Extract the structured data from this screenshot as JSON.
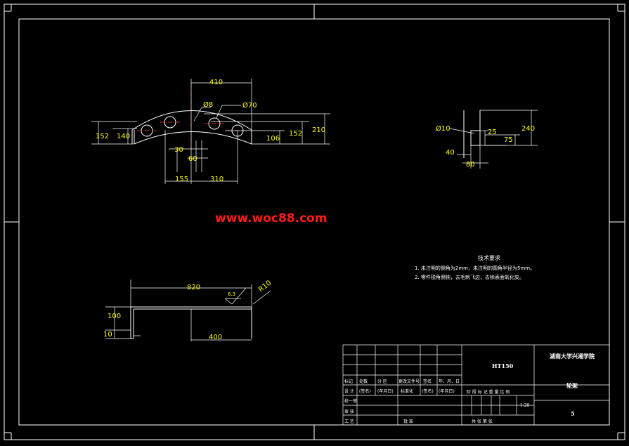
{
  "colors": {
    "background": "#000000",
    "outline": "#ffffff",
    "dimension": "#ffff00",
    "center_line": "#ff3333",
    "watermark": "#ff1a1a"
  },
  "watermark": "www.woc88.com",
  "front_view": {
    "dims": {
      "top": "410",
      "hole_small": "Ø8",
      "hole_large": "Ø70",
      "h_left_outer": "152",
      "h_left_inner": "140",
      "h_right_inner": "106",
      "h_right_mid": "152",
      "h_right_outer": "210",
      "w30": "30",
      "w60": "60",
      "w155": "155",
      "w310": "310"
    }
  },
  "side_view": {
    "dims": {
      "hole": "Ø10",
      "d25": "25",
      "d240": "240",
      "d75": "75",
      "d40": "40",
      "d80": "80"
    }
  },
  "bottom_view": {
    "dims": {
      "length": "820",
      "height": "100",
      "thickness": "10",
      "offset": "400",
      "roughness": "6.3",
      "radius": "R10"
    }
  },
  "tech_req": {
    "title": "技术要求",
    "line1": "1. 未注明的倒角为2mm，未注明的圆角半径为5mm。",
    "line2": "2. 零件锐角倒钝，去毛刺飞边，去除表面氧化皮。"
  },
  "title_block": {
    "material": "HT150",
    "school": "湖南大学兴湘学院",
    "part_name": "轮架",
    "scale": "1:20",
    "sheet_no": "5",
    "row_headers": [
      "标记",
      "处数",
      "分 区",
      "更改文件号",
      "签名",
      "年、月、日"
    ],
    "design_row": [
      "设 计",
      "(签名)",
      "(年月日)",
      "标准化",
      "(签名)",
      "(年月日)"
    ],
    "stage_row": "阶 段 标 记     重 量   比 例",
    "labels": [
      "审 核",
      "工 艺",
      "批 准"
    ],
    "sheets": "共   张   第   张",
    "checker": "校一审"
  }
}
